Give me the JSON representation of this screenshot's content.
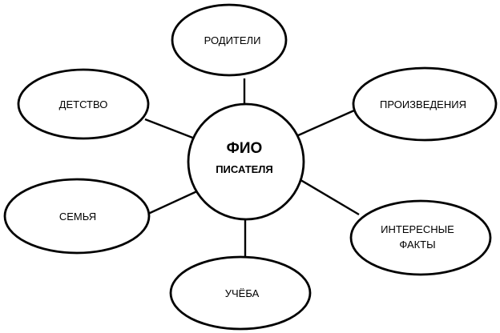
{
  "diagram": {
    "center": {
      "line1": "ФИО",
      "line2": "ПИСАТЕЛЯ"
    },
    "nodes": {
      "parents": {
        "label": "РОДИТЕЛИ"
      },
      "childhood": {
        "label": "ДЕТСТВО"
      },
      "works": {
        "label": "ПРОИЗВЕДЕНИЯ"
      },
      "family": {
        "label": "СЕМЬЯ"
      },
      "facts": {
        "line1": "ИНТЕРЕСНЫЕ",
        "line2": "ФАКТЫ"
      },
      "study": {
        "label": "УЧЁБА"
      }
    }
  }
}
